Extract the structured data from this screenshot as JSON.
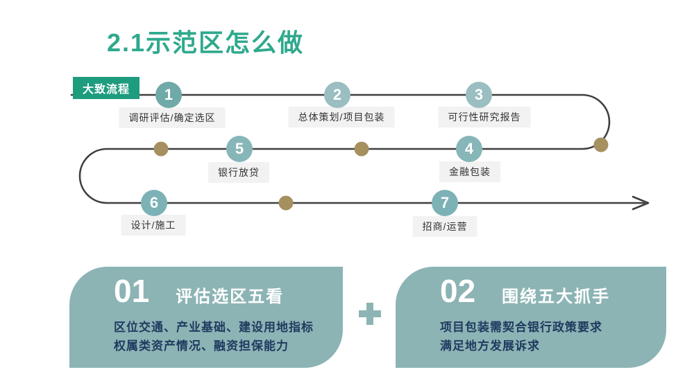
{
  "slide": {
    "title": "2.1示范区怎么做",
    "badge": "大致流程"
  },
  "flow": {
    "steps": [
      {
        "num": "1",
        "label": "调研评估/确定选区"
      },
      {
        "num": "2",
        "label": "总体策划/项目包装"
      },
      {
        "num": "3",
        "label": "可行性研究报告"
      },
      {
        "num": "4",
        "label": "金融包装"
      },
      {
        "num": "5",
        "label": "银行放贷"
      },
      {
        "num": "6",
        "label": "设计/施工"
      },
      {
        "num": "7",
        "label": "招商/运营"
      }
    ],
    "direction_note": "snake flow 1-2-3 right, 4-5 left, 6-7 right with end arrow"
  },
  "cards": [
    {
      "num": "01",
      "title": "评估选区五看",
      "lines": [
        "区位交通、产业基础、建设用地指标",
        "权属类资产情况、融资担保能力"
      ]
    },
    {
      "num": "02",
      "title": "围绕五大抓手",
      "lines": [
        "项目包装需契合银行政策要求",
        "满足地方发展诉求"
      ]
    }
  ],
  "colors": {
    "title_green": "#2FA98D",
    "badge_green": "#1E9C7E",
    "step_circle_teal": "#87B6B8",
    "step_circle_first": "#6FA9A8",
    "connector_dot_tan": "#A6905F",
    "flow_line_dark": "#3F3F3F",
    "card_teal": "#8DB4B5",
    "card_text_navy": "#1F3A5F",
    "label_bg_gray": "#F2F2F2"
  }
}
